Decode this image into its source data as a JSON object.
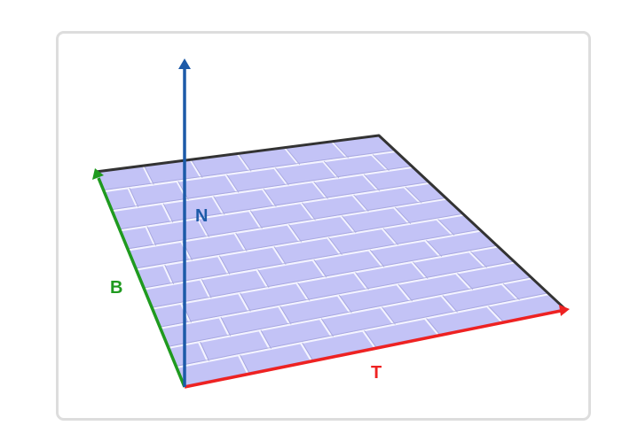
{
  "labels": {
    "normal": "N",
    "bitangent": "B",
    "tangent": "T"
  },
  "colors": {
    "normal": "#1c5aa8",
    "bitangent": "#1f9a1f",
    "tangent": "#ee2222",
    "surface": "#c3c3f6",
    "mortar": "#ffffff",
    "outline": "#333333",
    "card_border": "#dddddd"
  }
}
